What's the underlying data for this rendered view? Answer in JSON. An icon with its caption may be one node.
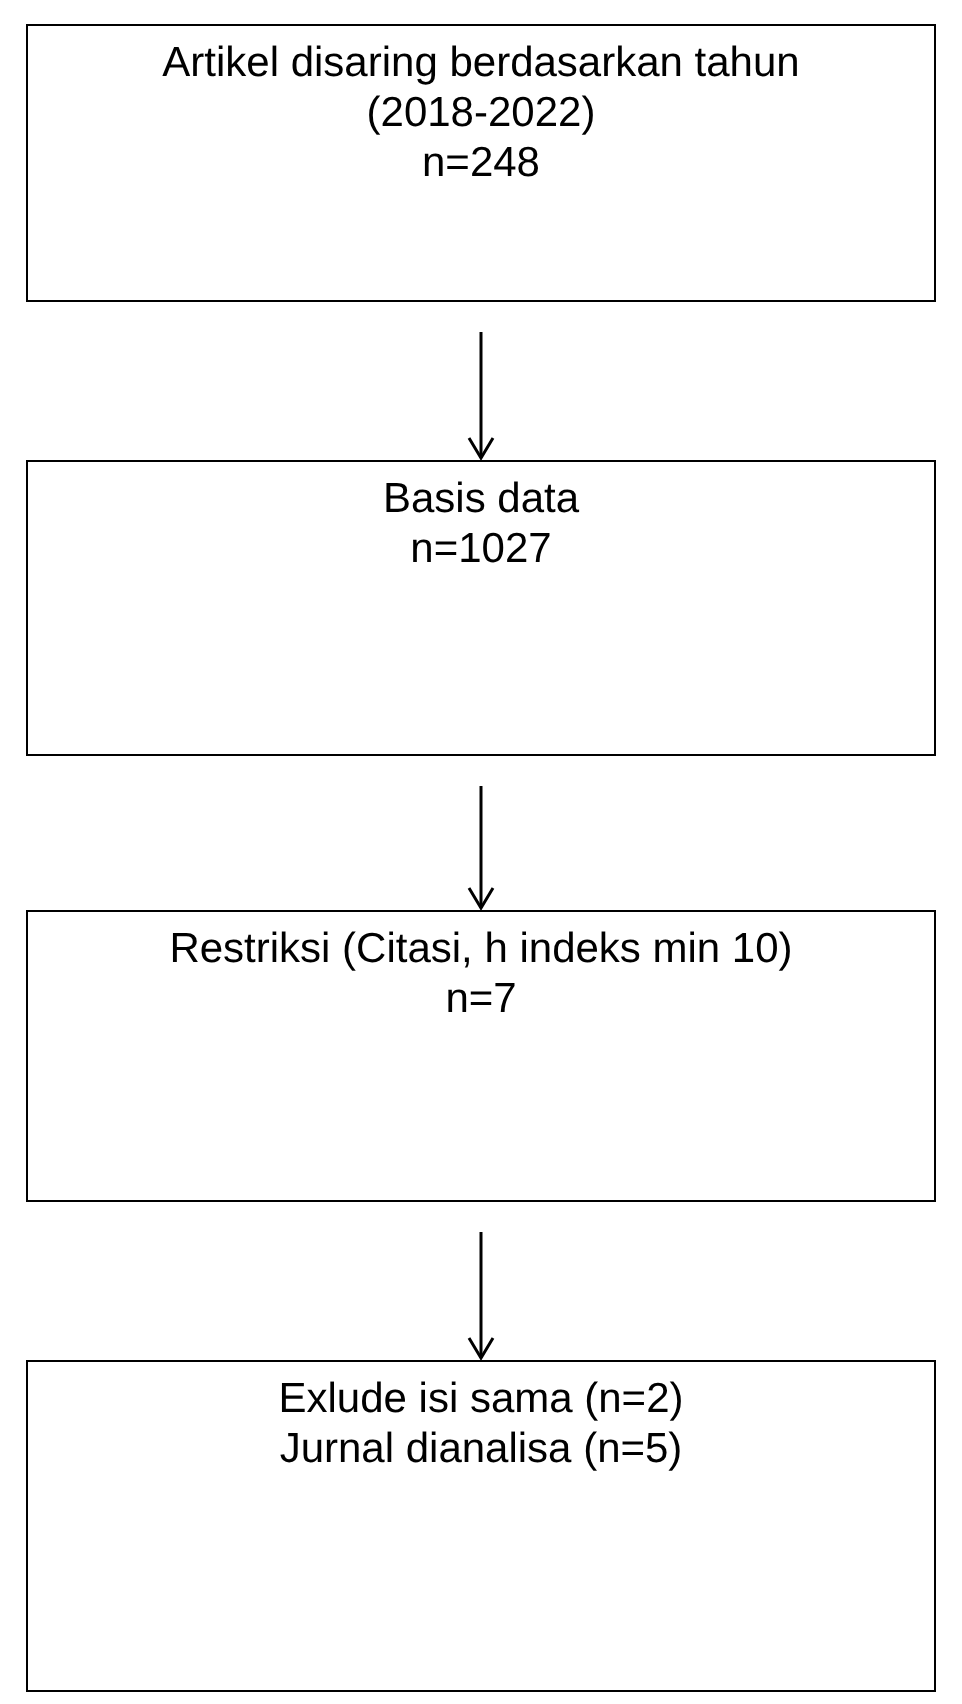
{
  "diagram": {
    "nodes": [
      {
        "text": [
          "Artikel disaring berdasarkan tahun (2018-2022)",
          "n=248"
        ]
      },
      {
        "text": [
          "Basis data",
          "n=1027"
        ]
      },
      {
        "text": [
          "Restriksi (Citasi, h indeks min 10)",
          "n=7"
        ]
      },
      {
        "text": [
          "Exlude isi sama (n=2)",
          "Jurnal dianalisa (n=5)"
        ]
      }
    ],
    "edges": [
      {
        "from": 0,
        "to": 1,
        "arrow": "to"
      },
      {
        "from": 1,
        "to": 2,
        "arrow": "to"
      },
      {
        "from": 2,
        "to": 3,
        "arrow": "to"
      }
    ]
  }
}
